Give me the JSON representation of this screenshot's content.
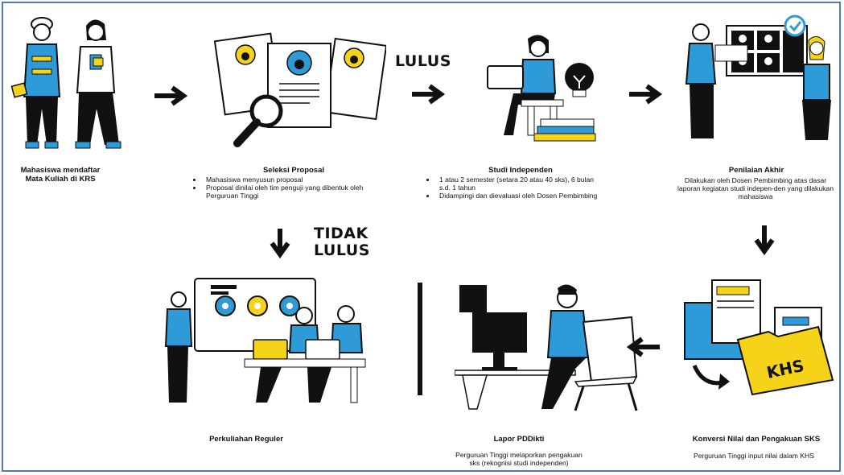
{
  "labels": {
    "lulus": "LULUS",
    "tidak_lulus_line1": "TIDAK",
    "tidak_lulus_line2": "LULUS"
  },
  "steps": {
    "pendaftaran": {
      "title": "Mahasiswa mendaftar Mata Kuliah di KRS"
    },
    "seleksi": {
      "title": "Seleksi Proposal",
      "bullets": [
        "Mahasiswa menyusun proposal",
        "Proposal dinilai oleh tim penguji yang dibentuk oleh Perguruan Tinggi"
      ]
    },
    "studi": {
      "title": "Studi Independen",
      "bullets": [
        "1 atau 2 semester (setara 20 atau 40 sks), 6 bulan s.d. 1 tahun",
        "Didampingi dan dievaluasi oleh Dosen Pembimbing"
      ]
    },
    "penilaian": {
      "title": "Penilaian Akhir",
      "desc": "Dilakukan oleh Dosen Pembimbing atas dasar laporan kegiatan studi indepen-den yang dilakukan mahasiswa"
    },
    "konversi": {
      "title": "Konversi Nilai dan Pengakuan SKS",
      "desc": "Perguruan Tinggi input nilai dalam KHS",
      "folder_label": "KHS"
    },
    "lapor": {
      "title": "Lapor PDDikti",
      "desc": "Perguruan Tinggi melaporkan pengakuan sks (rekognisi studi independen)"
    },
    "reguler": {
      "title": "Perkuliahan Reguler"
    }
  },
  "colors": {
    "blue": "#2f9ad8",
    "yellow": "#f4d318",
    "black": "#111111",
    "frame": "#4f79b8"
  }
}
